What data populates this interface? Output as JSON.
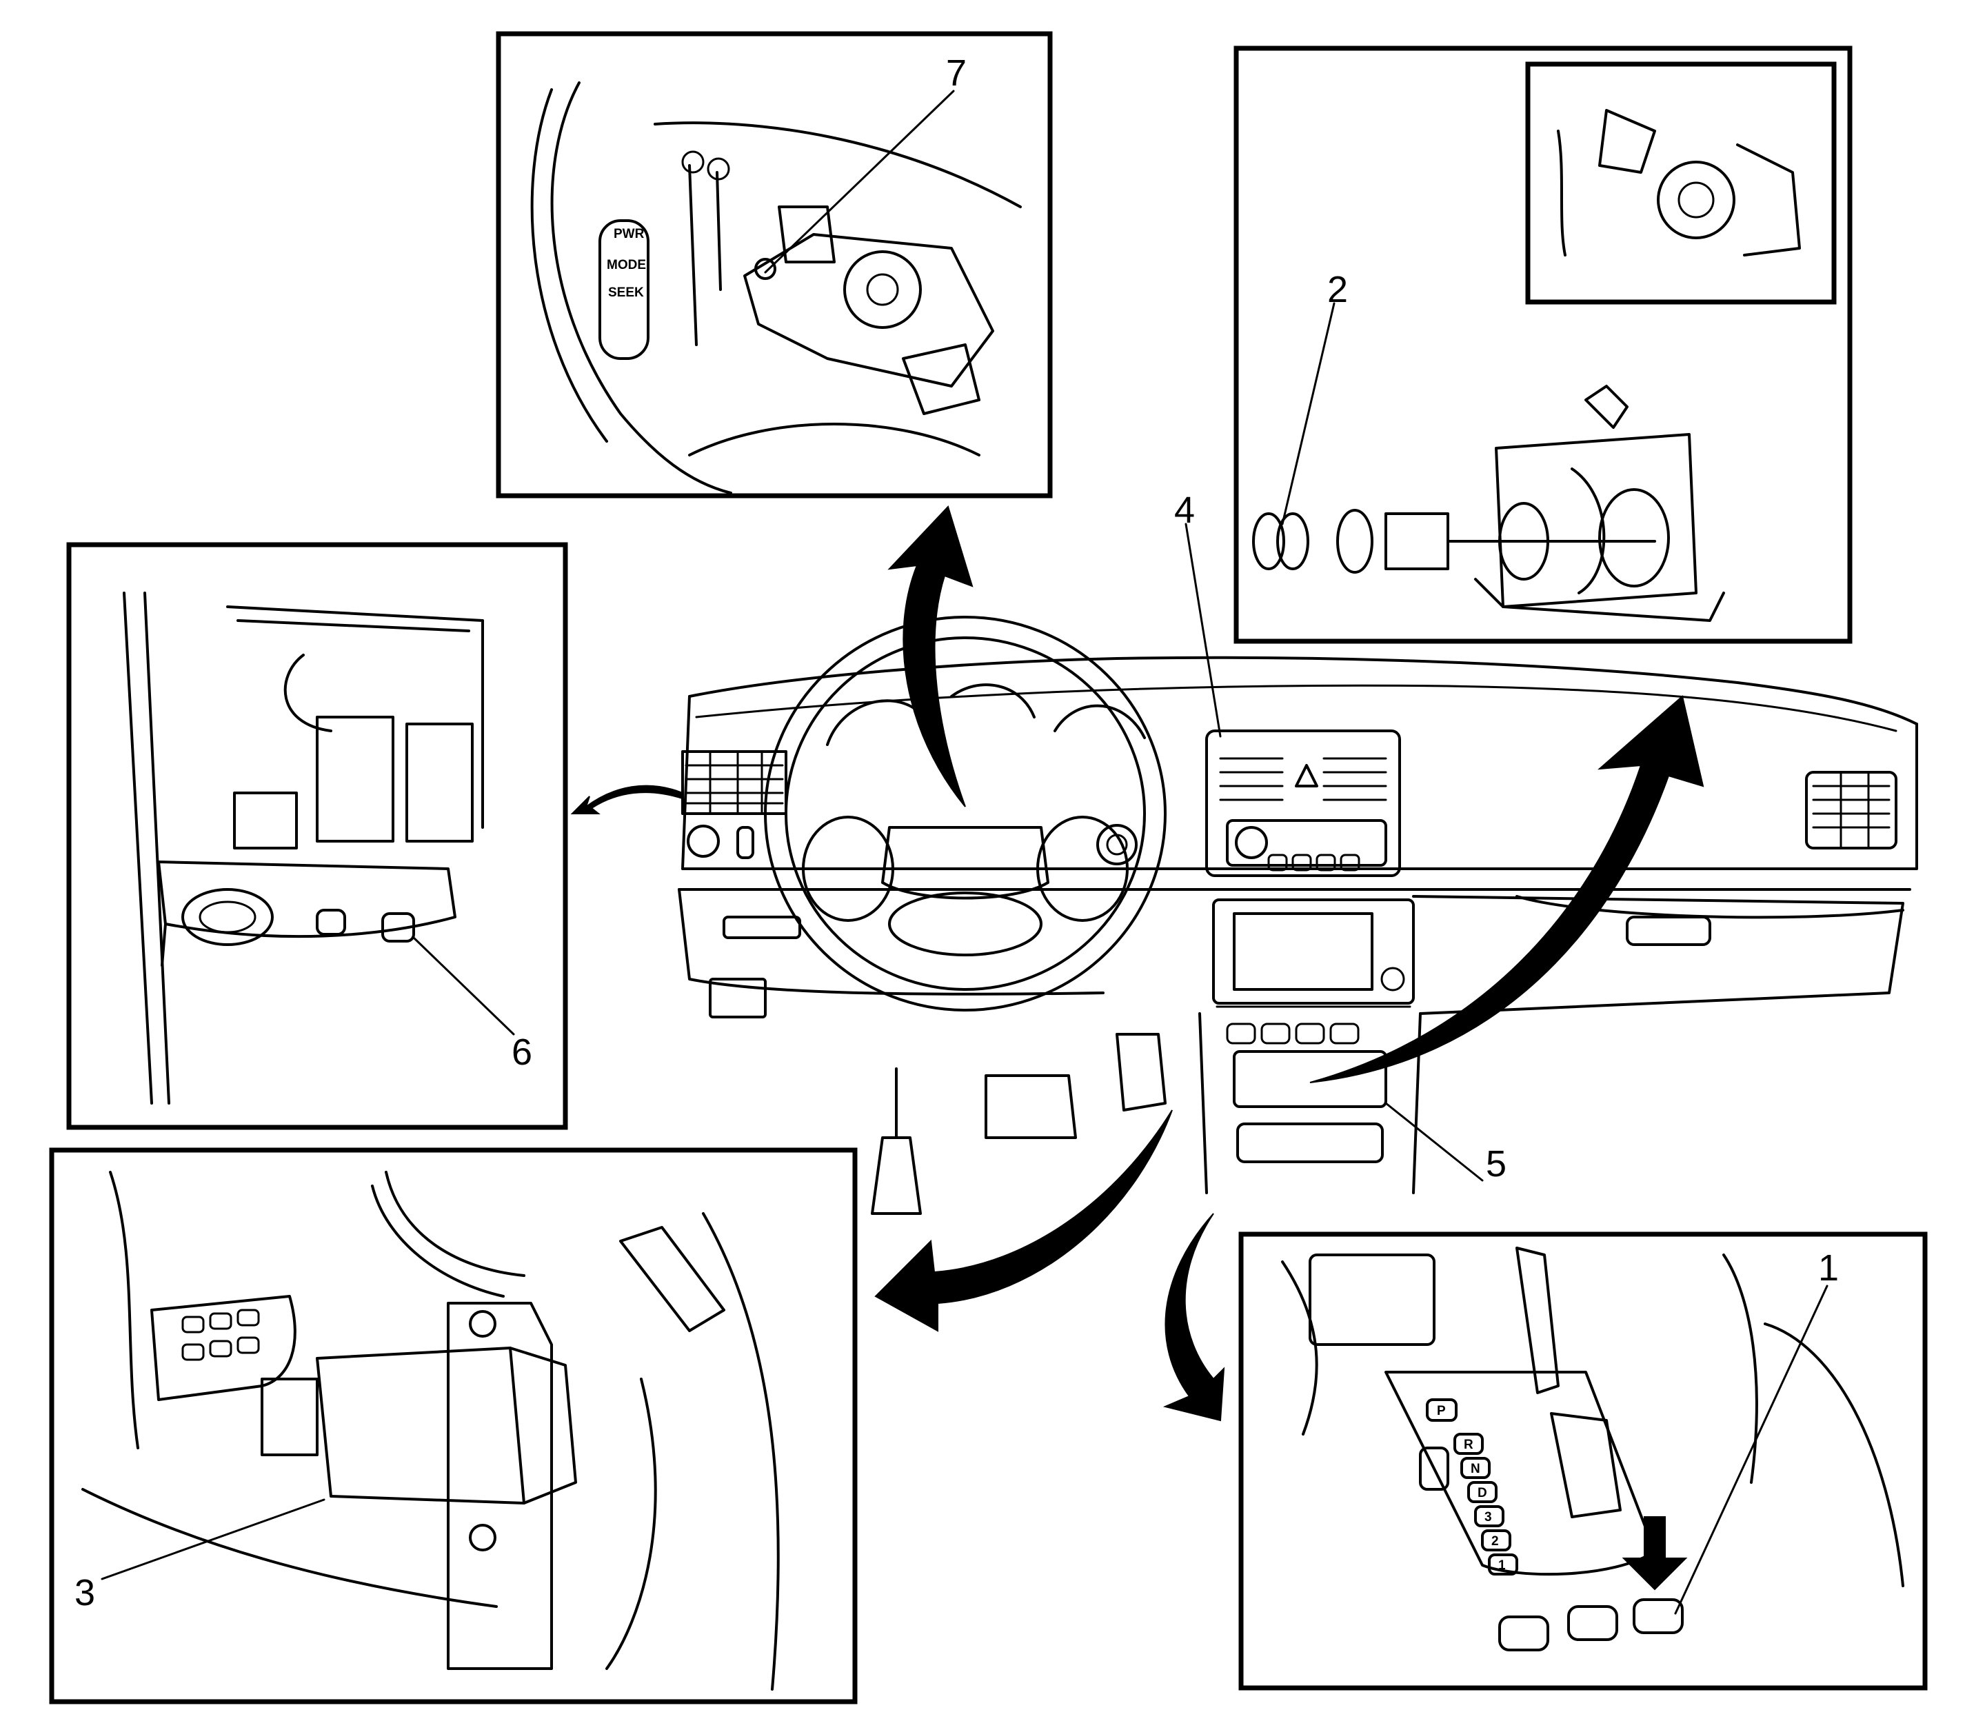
{
  "diagram": {
    "callouts": [
      {
        "id": "1",
        "label": "1"
      },
      {
        "id": "2",
        "label": "2"
      },
      {
        "id": "3",
        "label": "3"
      },
      {
        "id": "4",
        "label": "4"
      },
      {
        "id": "5",
        "label": "5"
      },
      {
        "id": "6",
        "label": "6"
      },
      {
        "id": "7",
        "label": "7"
      }
    ],
    "radio_buttons": [
      "PWR",
      "MODE",
      "SEEK"
    ],
    "shift_positions": [
      "P",
      "R",
      "N",
      "D",
      "3",
      "2",
      "1"
    ]
  },
  "colors": {
    "line": "#000000",
    "background": "#ffffff"
  }
}
